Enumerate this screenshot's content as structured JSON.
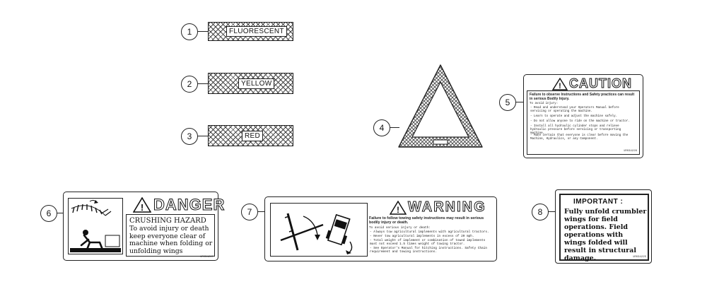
{
  "callouts": {
    "c1": "1",
    "c2": "2",
    "c3": "3",
    "c4": "4",
    "c5": "5",
    "c6": "6",
    "c7": "7",
    "c8": "8"
  },
  "strips": {
    "fluorescent": "FLUORESCENT",
    "yellow": "YELLOW",
    "red": "RED"
  },
  "caution": {
    "heading": "CAUTION",
    "lead": "Failure to observe Instructions and Safety practices can result in serious Bodily Injury.",
    "intro": "To avoid injury:",
    "lines": [
      "- Read and understand your Operators Manual before servicing or operating the machine.",
      "- Learn to operate and adjust the machine safely.",
      "- Do not allow anyone to ride on the machine or tractor.",
      "- Install all hydraulic cylinder stops and relieve hydraulic pressure before servicing or transporting machine.",
      "- Make certain that everyone is clear before moving the Machine, Hydraulics, or any Component."
    ],
    "part_no": "1R034226"
  },
  "danger": {
    "heading": "DANGER",
    "subheading": "CRUSHING HAZARD",
    "body": "To avoid injury or death keep everyone clear of machine when folding or unfolding wings",
    "part_no": "1R034227"
  },
  "warning": {
    "heading": "WARNING",
    "lead": "Failure to follow towing safety instructions may result in serious bodily injury or death.",
    "intro": "To avoid serious injury or death:",
    "lines": [
      "- Always tow agricultural implements with agricultural tractors.",
      "- Never tow agricultural implements in excess of 20 mph.",
      "- Total weight of implement or combination of towed implements must not exceed 1.5 times weight of towing tractor.",
      "- See Operator's Manual for hitching instructions. Safety Chain requirement and towing instructions."
    ]
  },
  "important": {
    "heading": "IMPORTANT :",
    "body": "Fully unfold crumbler wings for field operations. Field operations with wings folded will result in structural damage.",
    "part_no": "1R034225"
  }
}
